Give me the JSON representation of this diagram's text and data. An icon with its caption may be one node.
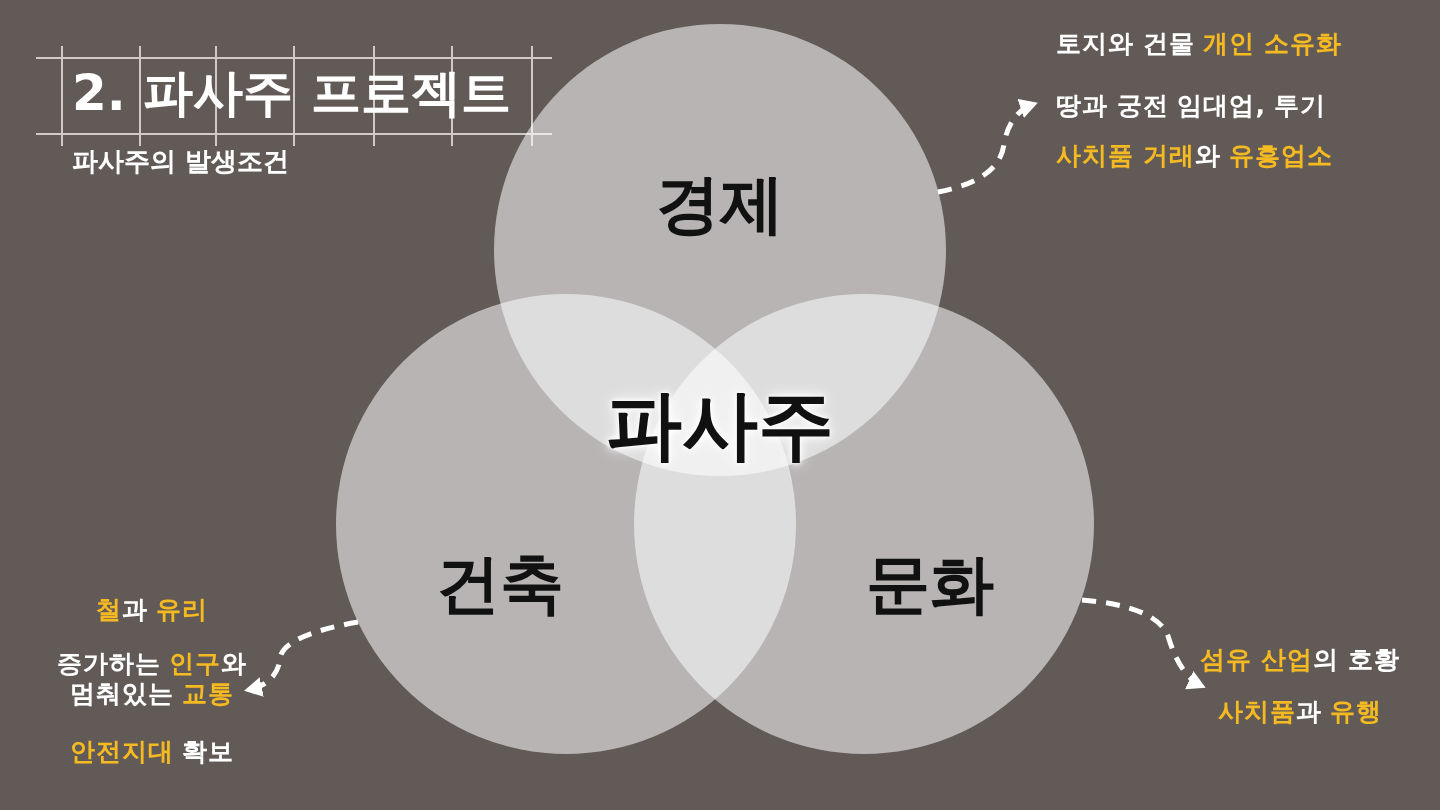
{
  "diagram": {
    "title": "2. 파사주 프로젝트",
    "nodes": [
      {
        "text": [
          "경제"
        ]
      },
      {
        "text": [
          "건축"
        ]
      },
      {
        "text": [
          "문화"
        ]
      },
      {
        "text": [
          "토지와 건물 **개인 소유화**",
          "땅과 궁전 임대업, 투기",
          "**사치품 거래**와 **유흥업소**"
        ]
      },
      {
        "text": [
          "**철**과 **유리**",
          "증가하는 **인구**와 멈춰있는 **교통**",
          "**안전지대** 확보"
        ]
      },
      {
        "text": [
          "**섬유 산업**의 호황",
          "**사치품**과 **유행**"
        ]
      }
    ],
    "edges": [
      {
        "from": 0,
        "to": 3,
        "arrow": "to",
        "style": "dashed"
      },
      {
        "from": 1,
        "to": 4,
        "arrow": "to",
        "style": "dashed"
      },
      {
        "from": 2,
        "to": 5,
        "arrow": "to",
        "style": "dashed"
      }
    ],
    "labels": [
      "파사주의 발생조건",
      "파사주"
    ]
  }
}
